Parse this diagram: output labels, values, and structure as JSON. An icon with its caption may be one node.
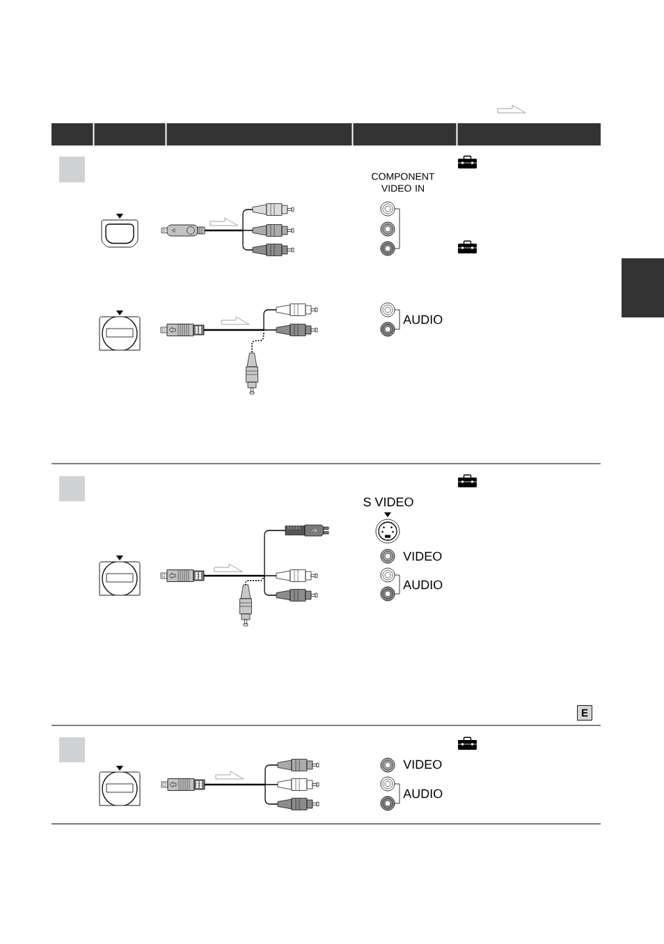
{
  "diagram": {
    "nodes": [
      {
        "text": [],
        "shape": "box"
      }
    ],
    "labels": [
      "COMPONENT VIDEO IN",
      "AUDIO",
      "S VIDEO",
      "VIDEO",
      "AUDIO",
      "E",
      "VIDEO",
      "AUDIO"
    ]
  }
}
